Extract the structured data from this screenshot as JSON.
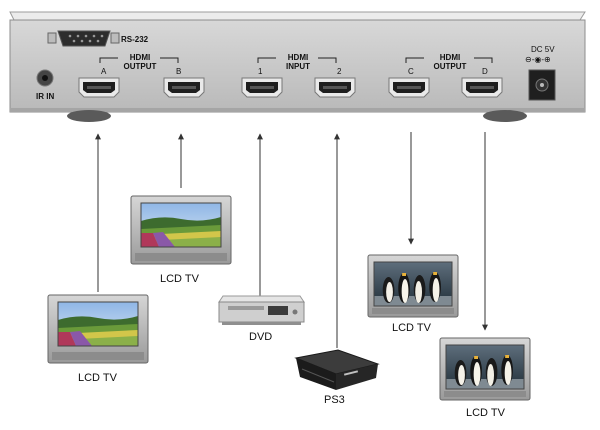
{
  "panel": {
    "rs232": "RS-232",
    "ir_in": "IR IN",
    "group_output_left": "HDMI\nOUTPUT",
    "group_input": "HDMI\nINPUT",
    "group_output_right": "HDMI\nOUTPUT",
    "port_a": "A",
    "port_b": "B",
    "port_1": "1",
    "port_2": "2",
    "port_c": "C",
    "port_d": "D",
    "dc": "DC 5V",
    "polarity": "⊖-◉-⊕"
  },
  "devices": {
    "tv_a": "LCD TV",
    "tv_b": "LCD TV",
    "dvd": "DVD",
    "ps3": "PS3",
    "tv_c": "LCD TV",
    "tv_d": "LCD TV"
  },
  "colors": {
    "panel_face": "#c9c9c9",
    "panel_top": "#e6e6e6",
    "port": "#2a2a2a",
    "arrow": "#333333",
    "tv_frame": "#b8b8b8"
  }
}
